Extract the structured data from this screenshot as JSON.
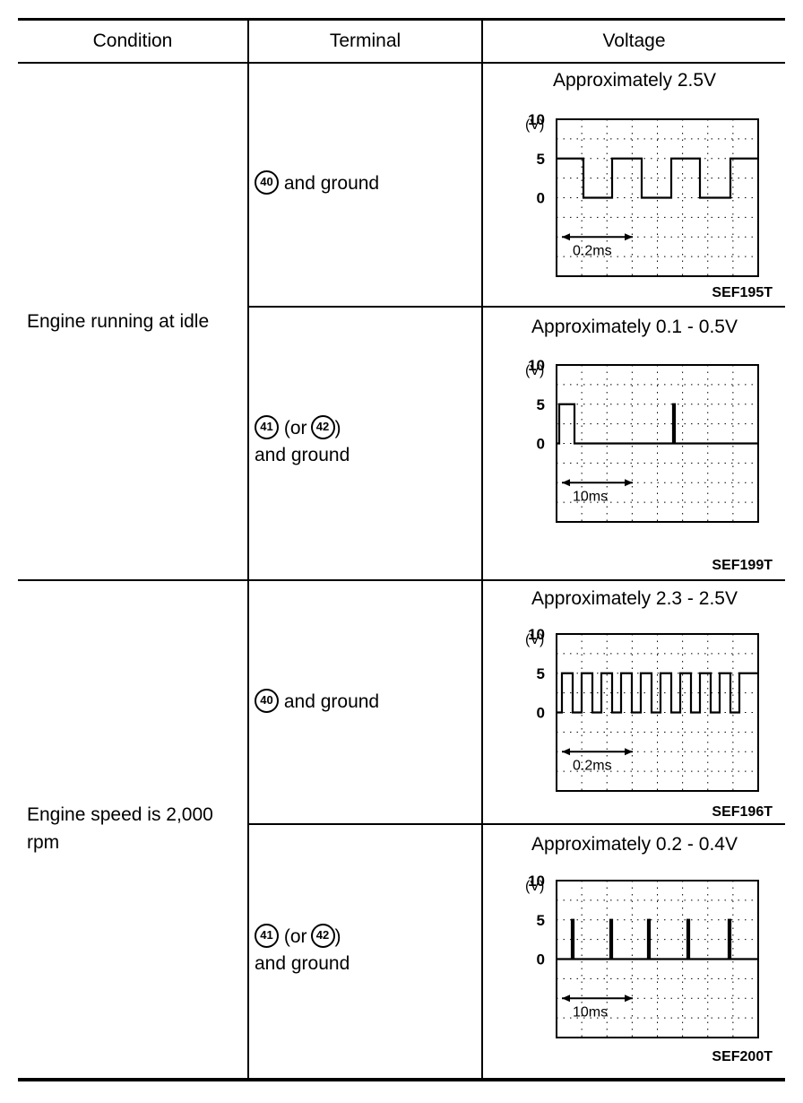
{
  "table": {
    "headers": {
      "condition": "Condition",
      "terminal": "Terminal",
      "voltage": "Voltage"
    },
    "conditions": {
      "idle": "Engine running at idle",
      "speed": "Engine speed is 2,000 rpm"
    },
    "common": {
      "and_ground": "and ground",
      "or_open": "(or",
      "or_close": ")"
    },
    "terminals": {
      "t40": "40",
      "t41": "41",
      "t42": "42"
    },
    "voltages": {
      "r1": "Approximately 2.5V",
      "r2": "Approximately 0.1 - 0.5V",
      "r3": "Approximately 2.3 - 2.5V",
      "r4": "Approximately 0.2 - 0.4V"
    },
    "codes": {
      "r1": "SEF195T",
      "r2": "SEF199T",
      "r3": "SEF196T",
      "r4": "SEF200T"
    }
  },
  "waveforms": {
    "unit_label": "(V)",
    "y_ticks": [
      "10",
      "5",
      "0"
    ],
    "w1": {
      "type": "square",
      "high": 5,
      "low": 0,
      "time_label": "0.2ms"
    },
    "w2": {
      "type": "pulse",
      "high": 5,
      "low": 0,
      "time_label": "10ms"
    },
    "w3": {
      "type": "square",
      "high": 5,
      "low": 0,
      "time_label": "0.2ms"
    },
    "w4": {
      "type": "pulse",
      "high": 5,
      "low": 0,
      "time_label": "10ms"
    }
  }
}
